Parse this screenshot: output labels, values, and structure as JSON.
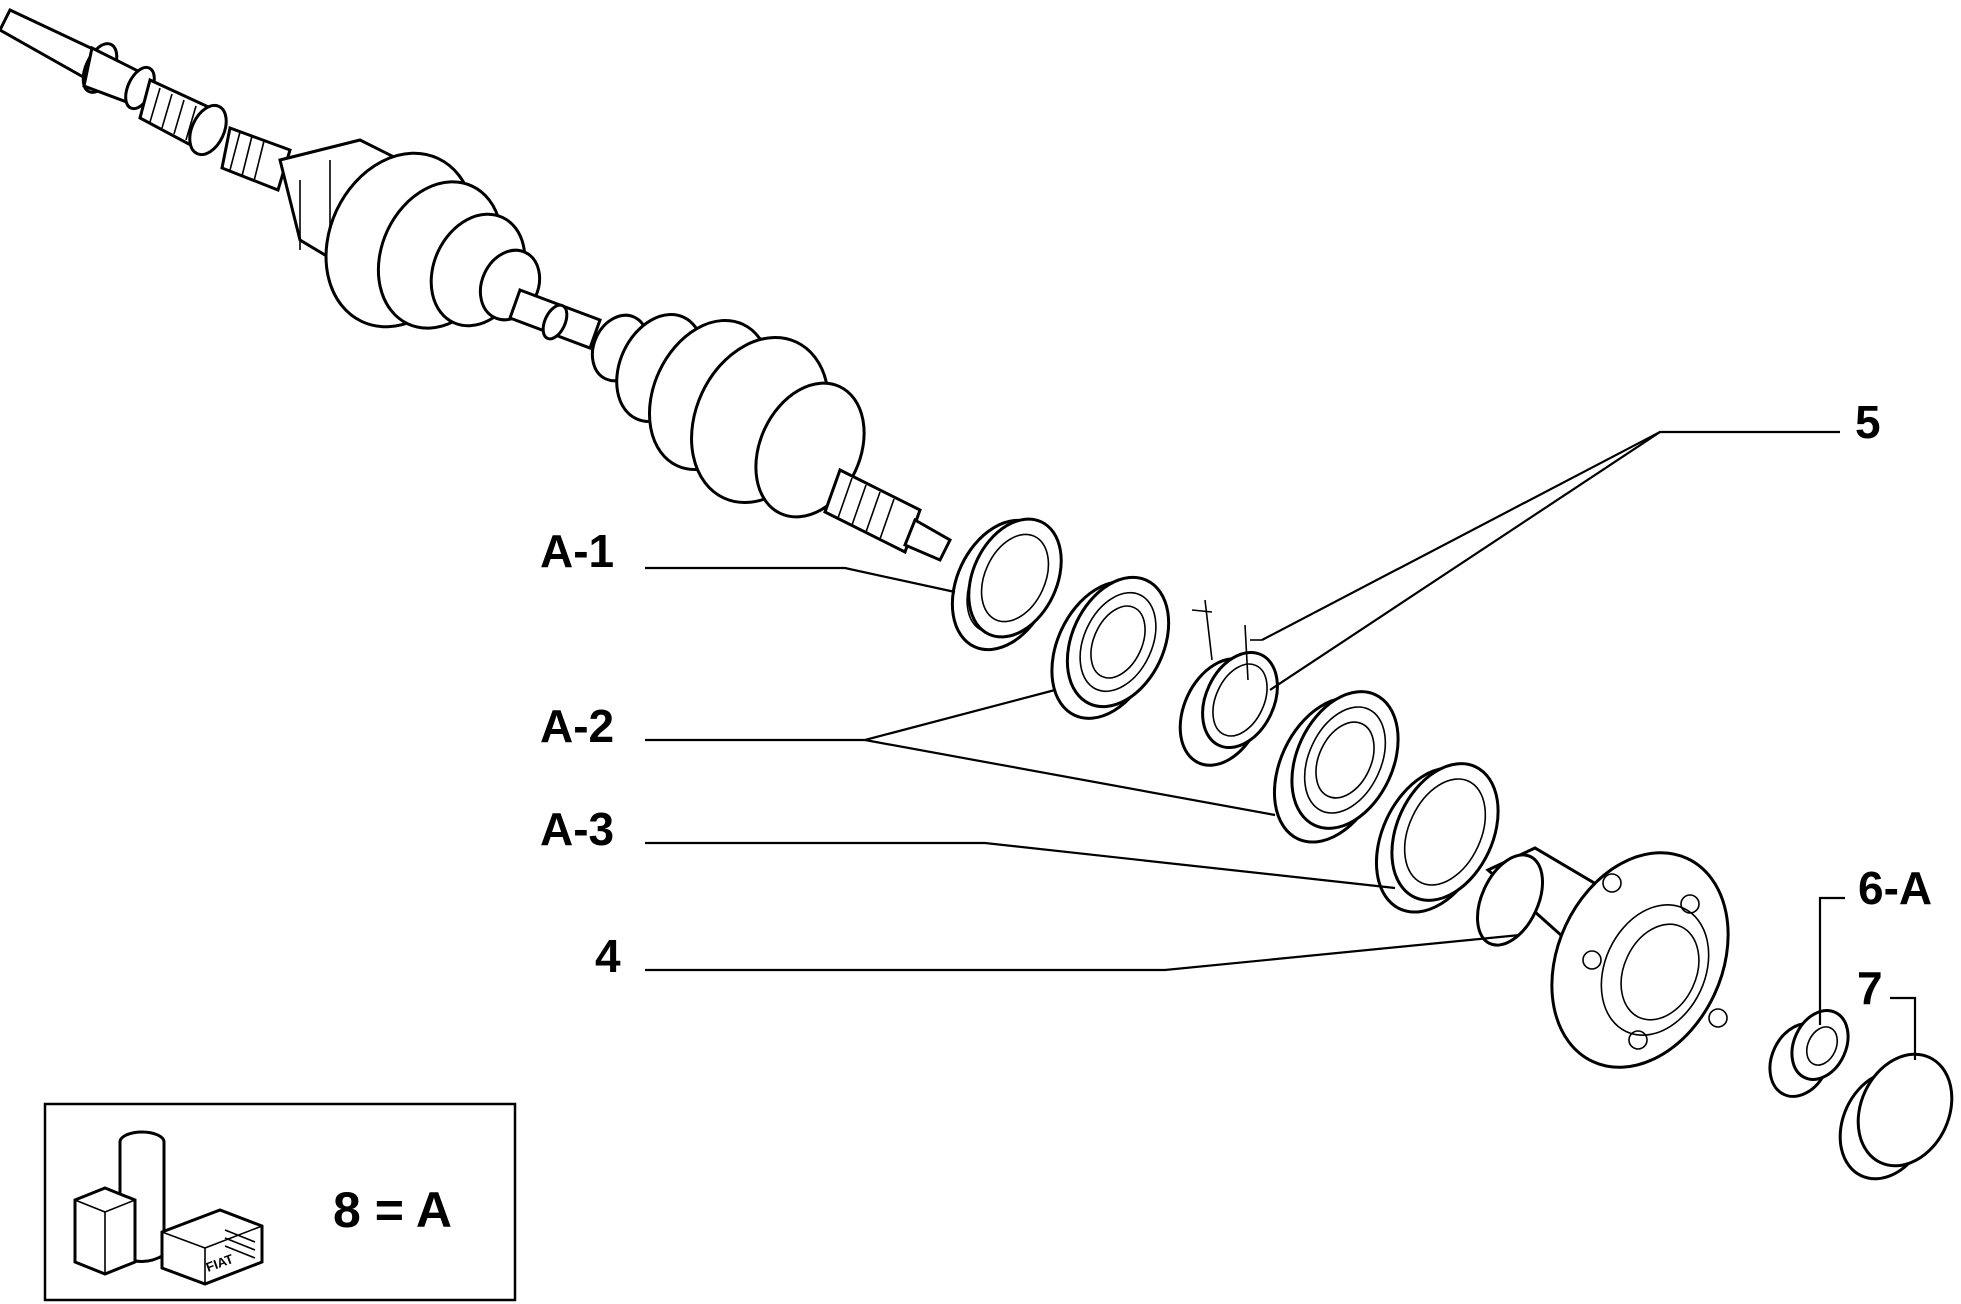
{
  "callouts": {
    "a1": "A-1",
    "a2": "A-2",
    "a3": "A-3",
    "p4": "4",
    "p5": "5",
    "p6a": "6-A",
    "p7": "7"
  },
  "legend": {
    "equation": "8 = A",
    "package_label": "FIAT"
  },
  "icons": {
    "package": "fiat-parts-package-icon"
  }
}
